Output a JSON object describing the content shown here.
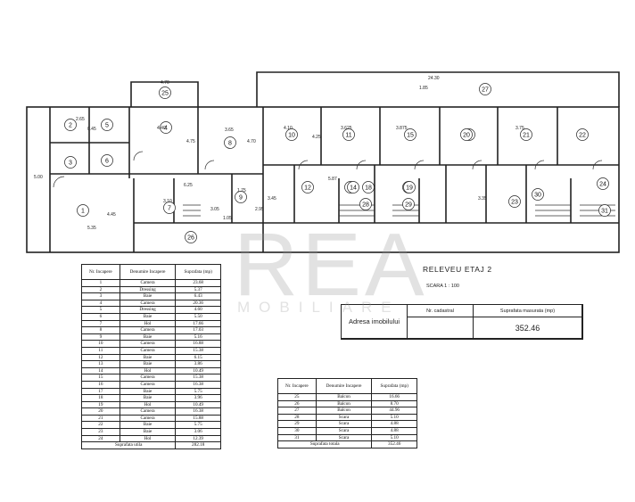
{
  "plan": {
    "title": "RELEVEU ETAJ 2",
    "scale": "SCARA 1 : 100",
    "room_numbers": [
      "1",
      "2",
      "3",
      "4",
      "5",
      "6",
      "7",
      "8",
      "9",
      "10",
      "11",
      "12",
      "13",
      "14",
      "15",
      "16",
      "17",
      "18",
      "19",
      "20",
      "21",
      "22",
      "23",
      "24",
      "25",
      "26",
      "27",
      "28",
      "29",
      "30",
      "31"
    ],
    "dimensions": [
      "4.70",
      "24.30",
      "1.85",
      "2.65",
      "0.45",
      "4.40",
      "3.65",
      "4.10",
      "3.625",
      "3.875",
      "3.75",
      "4.75",
      "4.70",
      "4.25",
      "5.87",
      "6.25",
      "5.35",
      "4.45",
      "3.10",
      "3.05",
      "1.75",
      "2.95",
      "3.45",
      "3.35",
      "5.00",
      "1.05"
    ]
  },
  "table_rooms": {
    "headers": [
      "Nr. Incapere",
      "Denumire Incapere",
      "Suprafata (mp)"
    ],
    "rows": [
      [
        "1",
        "Camera",
        "23.68"
      ],
      [
        "2",
        "Dressing",
        "5.37"
      ],
      [
        "3",
        "Baie",
        "6.43"
      ],
      [
        "4",
        "Camera",
        "20.36"
      ],
      [
        "5",
        "Dressing",
        "4.60"
      ],
      [
        "6",
        "Baie",
        "5.50"
      ],
      [
        "7",
        "Hol",
        "17.66"
      ],
      [
        "8",
        "Camera",
        "17.03"
      ],
      [
        "9",
        "Baie",
        "5.16"
      ],
      [
        "10",
        "Camera",
        "16.88"
      ],
      [
        "11",
        "Camera",
        "15.38"
      ],
      [
        "12",
        "Baie",
        "6.15"
      ],
      [
        "13",
        "Baie",
        "3.86"
      ],
      [
        "14",
        "Hol",
        "10.49"
      ],
      [
        "15",
        "Camera",
        "15.38"
      ],
      [
        "16",
        "Camera",
        "16.38"
      ],
      [
        "17",
        "Baie",
        "5.75"
      ],
      [
        "18",
        "Baie",
        "3.96"
      ],
      [
        "19",
        "Hol",
        "10.49"
      ],
      [
        "20",
        "Camera",
        "16.38"
      ],
      [
        "21",
        "Camera",
        "15.88"
      ],
      [
        "22",
        "Baie",
        "5.75"
      ],
      [
        "23",
        "Baie",
        "3.06"
      ],
      [
        "24",
        "Hol",
        "12.39"
      ]
    ],
    "footer_label": "Suprafata utila",
    "footer_value": "282.18"
  },
  "table_other": {
    "headers": [
      "Nr. Incapere",
      "Denumire Incapere",
      "Suprafata (mp)"
    ],
    "rows": [
      [
        "25",
        "Balcon",
        "16.66"
      ],
      [
        "26",
        "Balcon",
        "8.70"
      ],
      [
        "27",
        "Balcon",
        "44.96"
      ],
      [
        "28",
        "Scara",
        "5.10"
      ],
      [
        "29",
        "Scara",
        "4.88"
      ],
      [
        "30",
        "Scara",
        "4.88"
      ],
      [
        "31",
        "Scara",
        "5.10"
      ]
    ],
    "footer_label": "Suprafata totala",
    "footer_value": "352.46"
  },
  "cadastral": {
    "col1_label": "Nr. cadastral",
    "col2_label": "Suprafata masurata (mp)",
    "col3_label": "Adresa imobilului",
    "col1_value": "",
    "col2_value": "352.46",
    "col3_value": ""
  },
  "watermark": {
    "logo_text": "REA",
    "sub_text": "MOBILIARE"
  }
}
